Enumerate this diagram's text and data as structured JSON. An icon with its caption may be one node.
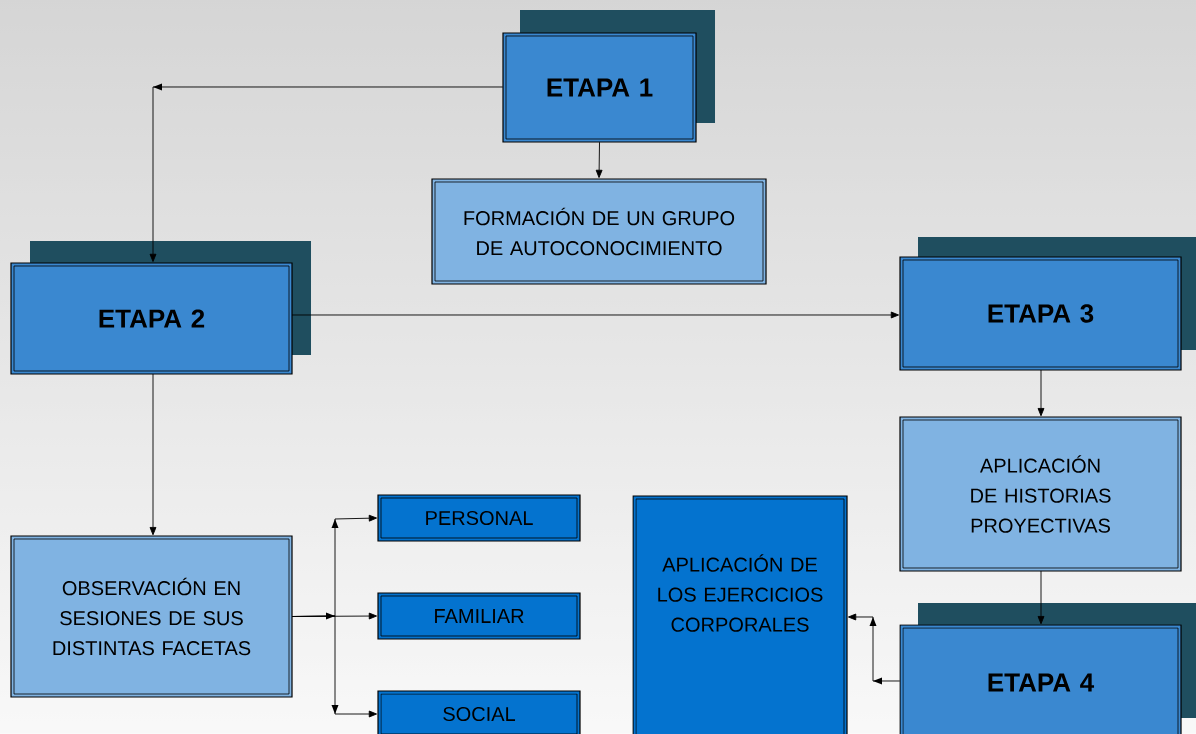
{
  "diagram": {
    "nodes": [
      {
        "text": [
          "ETAPA 1"
        ]
      },
      {
        "text": [
          "FORMACIÓN DE UN GRUPO DE AUTOCONOCIMIENTO"
        ]
      },
      {
        "text": [
          "ETAPA 2"
        ]
      },
      {
        "text": [
          "ETAPA 3"
        ]
      },
      {
        "text": [
          "APLICACIÓN DE HISTORIAS PROYECTIVAS"
        ]
      },
      {
        "text": [
          "OBSERVACIÓN EN SESIONES DE SUS DISTINTAS FACETAS"
        ]
      },
      {
        "text": [
          "PERSONAL"
        ]
      },
      {
        "text": [
          "FAMILIAR"
        ]
      },
      {
        "text": [
          "SOCIAL"
        ]
      },
      {
        "text": [
          "APLICACIÓN DE LOS EJERCICIOS CORPORALES"
        ]
      },
      {
        "text": [
          "ETAPA 4"
        ]
      }
    ],
    "edges": [
      {
        "from": 0,
        "to": 1,
        "arrow": "to"
      },
      {
        "from": 0,
        "to": 2,
        "arrow": "to"
      },
      {
        "from": 2,
        "to": 3,
        "arrow": "to"
      },
      {
        "from": 3,
        "to": 4,
        "arrow": "to"
      },
      {
        "from": 2,
        "to": 5,
        "arrow": "to"
      },
      {
        "from": 5,
        "to": 6,
        "arrow": "to"
      },
      {
        "from": 5,
        "to": 7,
        "arrow": "to"
      },
      {
        "from": 5,
        "to": 8,
        "arrow": "to"
      },
      {
        "from": 4,
        "to": 10,
        "arrow": "to"
      },
      {
        "from": 10,
        "to": 9,
        "arrow": "to"
      }
    ]
  }
}
